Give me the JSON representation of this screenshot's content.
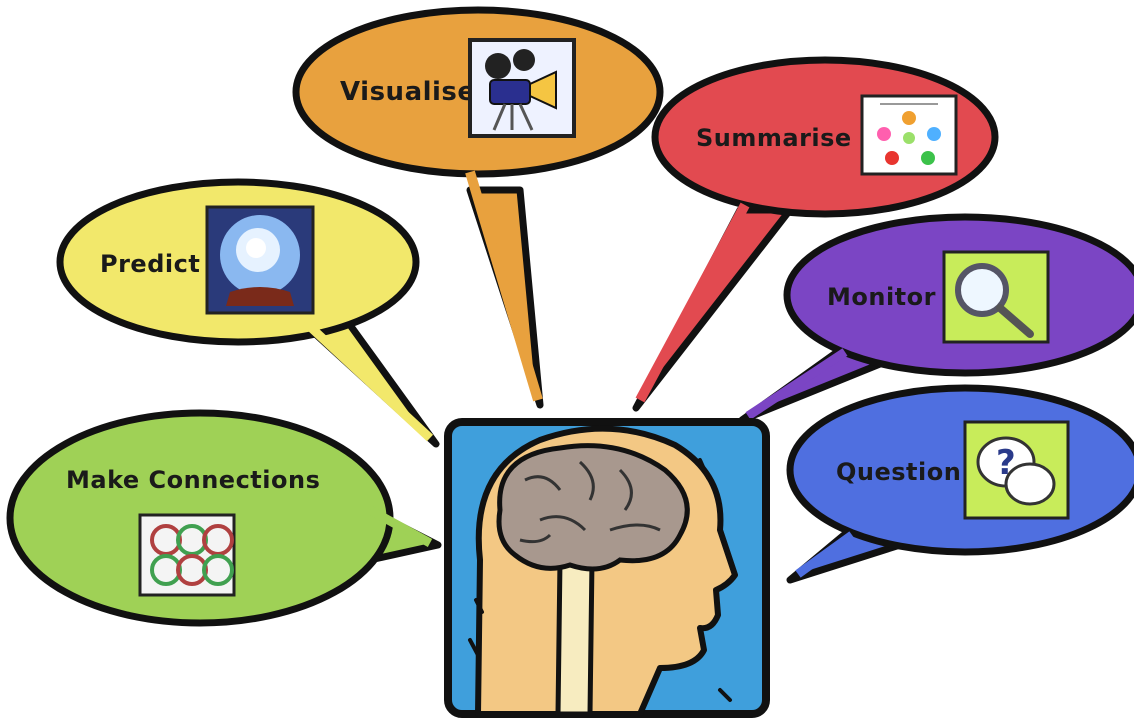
{
  "bubbles": {
    "visualise": {
      "label": "Visualise",
      "color": "#e8a13e",
      "icon": "movie-camera-icon"
    },
    "summarise": {
      "label": "Summarise",
      "color": "#e24a50",
      "icon": "mind-map-icon"
    },
    "predict": {
      "label": "Predict",
      "color": "#f2e86b",
      "icon": "crystal-ball-icon"
    },
    "monitor": {
      "label": "Monitor",
      "color": "#7b45c4",
      "icon": "magnifying-glass-icon"
    },
    "question": {
      "label": "Question",
      "color": "#4f6fe0",
      "icon": "question-bubbles-icon"
    },
    "make_connections": {
      "label": "Make Connections",
      "color": "#9fd156",
      "icon": "linked-rings-icon"
    }
  },
  "center": {
    "icon": "head-brain-icon",
    "frame_color": "#3f9fdc",
    "head_color": "#f3c884",
    "brain_color": "#a8988e"
  }
}
